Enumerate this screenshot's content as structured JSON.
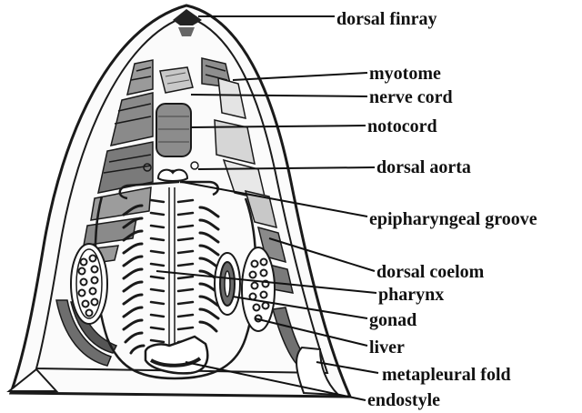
{
  "diagram": {
    "labels": {
      "dorsal_finray": "dorsal finray",
      "myotome": "myotome",
      "nerve_cord": "nerve cord",
      "notocord": "notocord",
      "dorsal_aorta": "dorsal aorta",
      "epipharyngeal_groove": "epipharyngeal groove",
      "dorsal_coelom": "dorsal coelom",
      "pharynx": "pharynx",
      "gonad": "gonad",
      "liver": "liver",
      "metapleural_fold": "metapleural fold",
      "endostyle": "endostyle"
    },
    "colors": {
      "ink": "#1a1a1a",
      "muscle": "#7a7a7a",
      "light_tissue": "#d8d8d8"
    }
  }
}
